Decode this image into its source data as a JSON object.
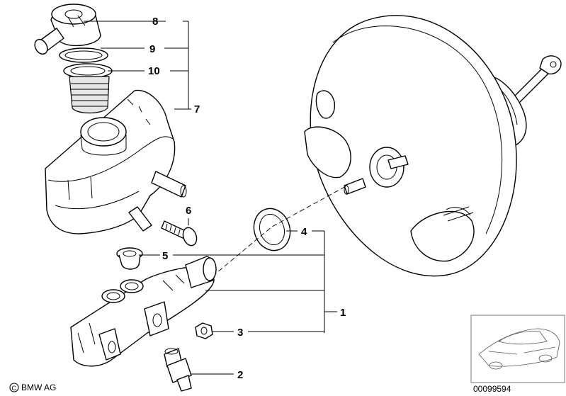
{
  "diagram": {
    "callouts": [
      "8",
      "9",
      "10",
      "7",
      "6",
      "5",
      "4",
      "1",
      "3",
      "2"
    ],
    "copyright": "BMW AG",
    "image_number": "00099594"
  }
}
